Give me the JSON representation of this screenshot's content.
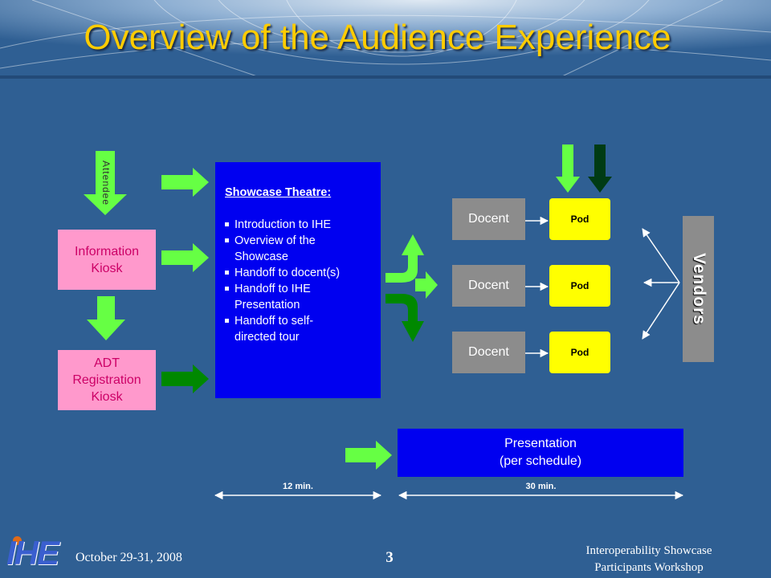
{
  "title": "Overview of the Audience Experience",
  "attendee_label": "Attendee",
  "kiosks": {
    "information": [
      "Information",
      "Kiosk"
    ],
    "adt": [
      "ADT",
      "Registration",
      "Kiosk"
    ]
  },
  "theatre": {
    "heading": "Showcase Theatre:",
    "bullets": [
      [
        "Introduction to IHE"
      ],
      [
        "Overview of the",
        "Showcase"
      ],
      [
        "Handoff to docent(s)"
      ],
      [
        "Handoff to IHE",
        "Presentation"
      ],
      [
        "Handoff to self-",
        "directed tour"
      ]
    ]
  },
  "docents": [
    "Docent",
    "Docent",
    "Docent"
  ],
  "pods": [
    "Pod",
    "Pod",
    "Pod"
  ],
  "vendors_label": "Vendors",
  "presentation": [
    "Presentation",
    "(per schedule)"
  ],
  "durations": {
    "first": "12 min.",
    "second": "30 min."
  },
  "footer": {
    "logo_text": "IHE",
    "date": "October 29-31, 2008",
    "page_number": "3",
    "event_lines": [
      "Interoperability Showcase",
      "Participants Workshop"
    ]
  },
  "colors": {
    "background": "#2f5f93",
    "title": "#ffcc00",
    "light_green_arrow": "#66ff44",
    "dark_green_arrow": "#008800",
    "darkest_green_arrow": "#003b14",
    "kiosk": "#ff99cc",
    "kiosk_text": "#cc0066",
    "theatre": "#0000f0",
    "docent": "#8c8c8c",
    "pod": "#ffff00"
  }
}
